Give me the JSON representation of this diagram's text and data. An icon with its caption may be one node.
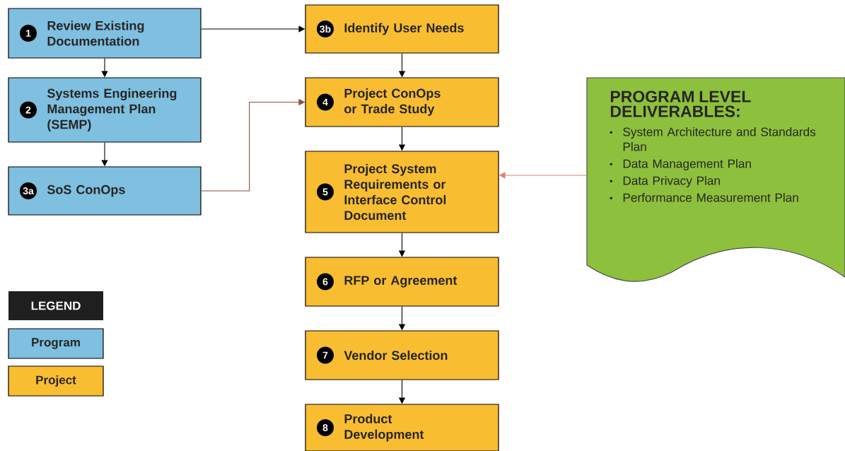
{
  "diagram": {
    "nodes": [
      {
        "text": [
          "1",
          "Review Existing Documentation"
        ]
      },
      {
        "text": [
          "2",
          "Systems Engineering Management Plan (SEMP)"
        ]
      },
      {
        "text": [
          "3a",
          "SoS ConOps"
        ]
      },
      {
        "text": [
          "3b",
          "Identify User Needs"
        ]
      },
      {
        "text": [
          "4",
          "Project ConOps or Trade Study"
        ]
      },
      {
        "text": [
          "5",
          "Project System Requirements or Interface Control Document"
        ]
      },
      {
        "text": [
          "6",
          "RFP or Agreement"
        ]
      },
      {
        "text": [
          "7",
          "Vendor Selection"
        ]
      },
      {
        "text": [
          "8",
          "Product Development"
        ]
      },
      {
        "text": [
          "PROGRAM LEVEL DELIVERABLES:",
          "System Architecture and Standards Plan",
          "Data Management Plan",
          "Data Privacy Plan",
          "Performance Measurement Plan"
        ]
      }
    ],
    "edges": [
      {
        "from": 0,
        "to": 1,
        "arrow": "to"
      },
      {
        "from": 1,
        "to": 2,
        "arrow": "to"
      },
      {
        "from": 0,
        "to": 3,
        "arrow": "to"
      },
      {
        "from": 3,
        "to": 4,
        "arrow": "to"
      },
      {
        "from": 2,
        "to": 4,
        "arrow": "to",
        "color": "#8c5040"
      },
      {
        "from": 4,
        "to": 5,
        "arrow": "to"
      },
      {
        "from": 9,
        "to": 5,
        "arrow": "to",
        "color": "#e08070"
      },
      {
        "from": 5,
        "to": 6,
        "arrow": "to"
      },
      {
        "from": 6,
        "to": 7,
        "arrow": "to"
      },
      {
        "from": 7,
        "to": 8,
        "arrow": "to"
      }
    ],
    "labels": [
      "LEGEND"
    ],
    "legend": [
      {
        "text": "Program",
        "color": "#7fbfe0"
      },
      {
        "text": "Project",
        "color": "#f9bd32"
      }
    ]
  }
}
